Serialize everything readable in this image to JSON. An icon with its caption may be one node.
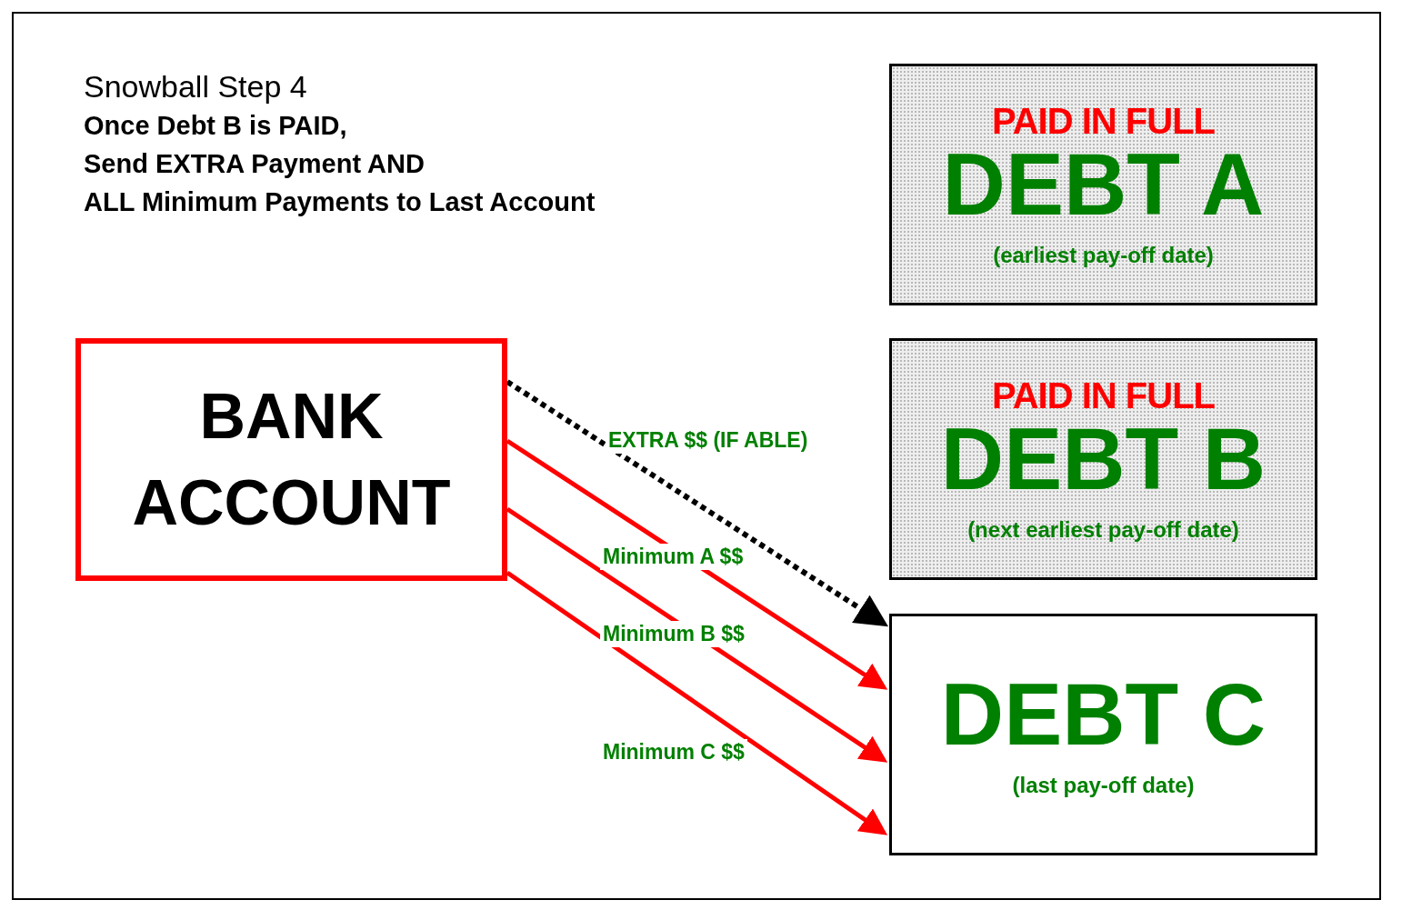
{
  "diagram": {
    "title": "Snowball Step 4",
    "nodes": [
      {
        "text": [
          "BANK ACCOUNT"
        ]
      },
      {
        "text": [
          "PAID IN FULL",
          "DEBT A",
          "(earliest pay-off date)"
        ]
      },
      {
        "text": [
          "PAID IN FULL",
          "DEBT B",
          "(next earliest pay-off date)"
        ]
      },
      {
        "text": [
          "DEBT C",
          "(last pay-off date)"
        ]
      }
    ],
    "edges": [
      {
        "from": 0,
        "to": 3,
        "arrow": "to",
        "label": "EXTRA $$ (IF ABLE)",
        "style": "dashed",
        "color": "#000000"
      },
      {
        "from": 0,
        "to": 3,
        "arrow": "to",
        "label": "Minimum A $$"
      },
      {
        "from": 0,
        "to": 3,
        "arrow": "to",
        "label": "Minimum B $$"
      },
      {
        "from": 0,
        "to": 3,
        "arrow": "to",
        "label": "Minimum C $$"
      }
    ],
    "labels": [
      "Once Debt B is PAID,",
      "Send EXTRA Payment AND",
      "ALL Minimum Payments to Last Account"
    ]
  }
}
